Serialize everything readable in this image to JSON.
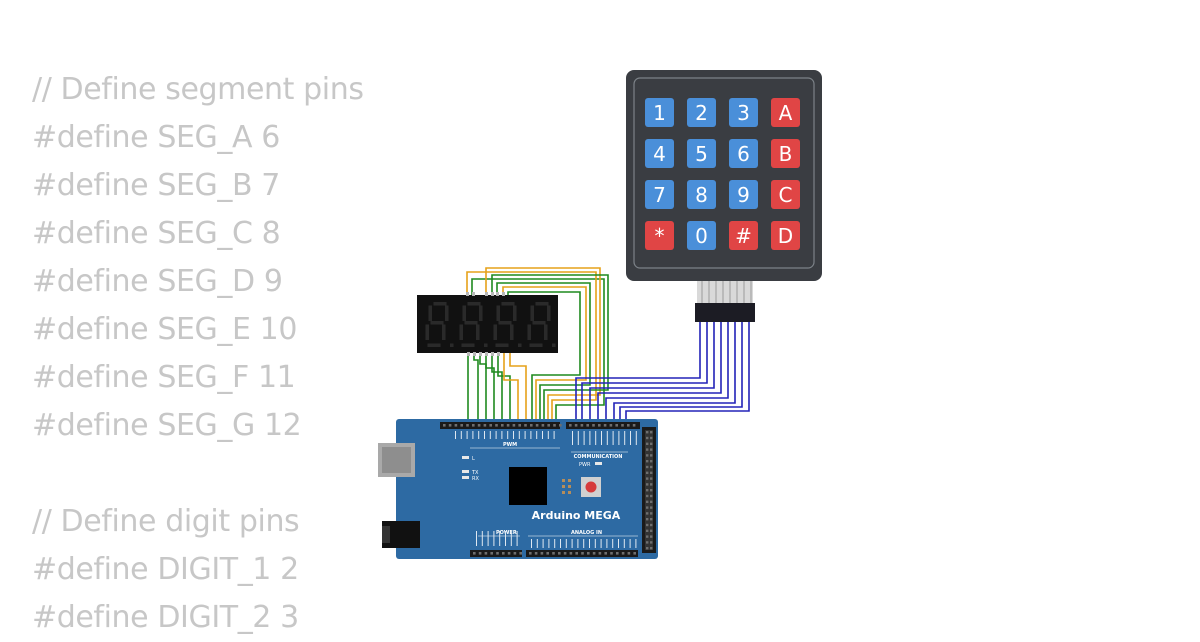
{
  "code": {
    "lines": [
      "// Define segment pins",
      "#define SEG_A 6",
      "#define SEG_B 7",
      "#define SEG_C 8",
      "#define SEG_D 9",
      "#define SEG_E 10",
      "#define SEG_F 11",
      "#define SEG_G 12",
      "",
      "// Define digit pins",
      "#define DIGIT_1 2",
      "#define DIGIT_2 3"
    ]
  },
  "keypad": {
    "rows": [
      [
        "1",
        "2",
        "3",
        "A"
      ],
      [
        "4",
        "5",
        "6",
        "B"
      ],
      [
        "7",
        "8",
        "9",
        "C"
      ],
      [
        "*",
        "0",
        "#",
        "D"
      ]
    ],
    "blue_key_color": "#4a8fd9",
    "red_key_color": "#e04545",
    "body_color": "#3a3d42"
  },
  "display": {
    "digits": 4,
    "segment_color": "#2a2a2a",
    "body_color": "#111111"
  },
  "board": {
    "name": "Arduino MEGA",
    "label_pwm": "PWM",
    "label_communication": "COMMUNICATION",
    "label_power": "POWER",
    "label_analog": "ANALOG IN",
    "label_l": "L",
    "label_tx": "TX",
    "label_rx": "RX",
    "label_pwr": "PWR",
    "color": "#2d6aa3"
  },
  "wires": {
    "green": "#1f8a1f",
    "orange": "#e6a21a",
    "blue": "#2323b8"
  }
}
